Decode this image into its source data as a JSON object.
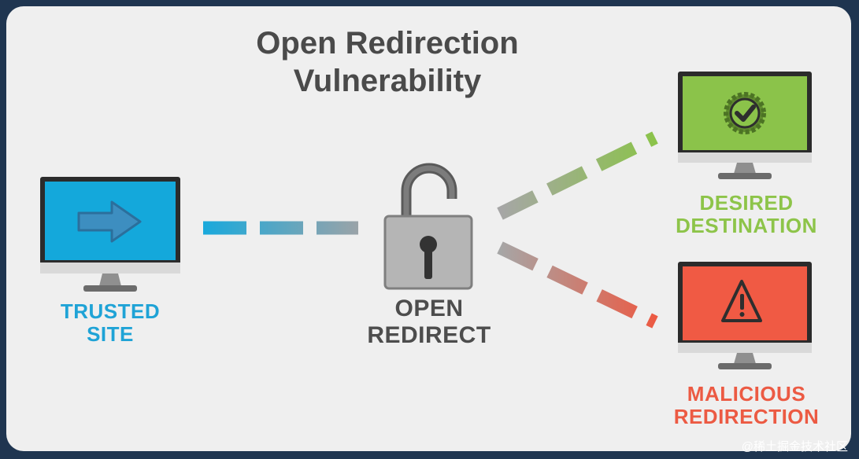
{
  "title": {
    "line1": "Open Redirection",
    "line2": "Vulnerability"
  },
  "nodes": {
    "trusted": {
      "line1": "TRUSTED",
      "line2": "SITE",
      "color": "#1fa3d6",
      "screen": "#14a8db",
      "icon": "arrow-right-icon"
    },
    "redirect": {
      "line1": "OPEN",
      "line2": "REDIRECT",
      "color": "#4d4d4d",
      "icon": "open-padlock-icon"
    },
    "desired": {
      "line1": "DESIRED",
      "line2": "DESTINATION",
      "color": "#8dc449",
      "screen": "#8bc34a",
      "icon": "check-badge-icon"
    },
    "malicious": {
      "line1": "MALICIOUS",
      "line2": "REDIRECTION",
      "color": "#ec5a43",
      "screen": "#f05a44",
      "icon": "warning-icon"
    }
  },
  "credit": "@稀土掘金技术社区"
}
